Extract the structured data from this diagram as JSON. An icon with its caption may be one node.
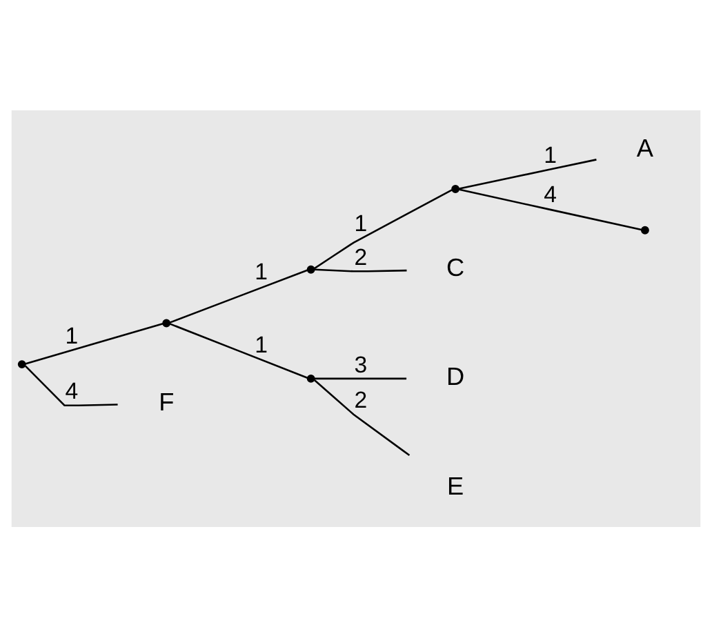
{
  "diagram": {
    "nodes": [
      {
        "text": [],
        "shape": "point"
      },
      {
        "text": [],
        "shape": "point"
      },
      {
        "text": [],
        "shape": "point"
      },
      {
        "text": [],
        "shape": "point"
      },
      {
        "text": [
          "A"
        ]
      },
      {
        "text": [],
        "shape": "point"
      },
      {
        "text": [
          "C"
        ]
      },
      {
        "text": [],
        "shape": "point"
      },
      {
        "text": [
          "D"
        ]
      },
      {
        "text": [
          "E"
        ]
      },
      {
        "text": [
          "F"
        ]
      }
    ],
    "edges": [
      {
        "from": 0,
        "to": 1,
        "arrow": "none",
        "label": "1"
      },
      {
        "from": 1,
        "to": 2,
        "arrow": "none",
        "label": "1"
      },
      {
        "from": 2,
        "to": 3,
        "arrow": "none",
        "label": "1"
      },
      {
        "from": 3,
        "to": 4,
        "arrow": "none",
        "label": "1"
      },
      {
        "from": 3,
        "to": 5,
        "arrow": "none",
        "label": "4"
      },
      {
        "from": 2,
        "to": 6,
        "arrow": "none",
        "label": "2"
      },
      {
        "from": 1,
        "to": 7,
        "arrow": "none",
        "label": "1"
      },
      {
        "from": 7,
        "to": 8,
        "arrow": "none",
        "label": "3"
      },
      {
        "from": 7,
        "to": 9,
        "arrow": "none",
        "label": "2"
      },
      {
        "from": 0,
        "to": 10,
        "arrow": "none",
        "label": "4"
      }
    ]
  }
}
